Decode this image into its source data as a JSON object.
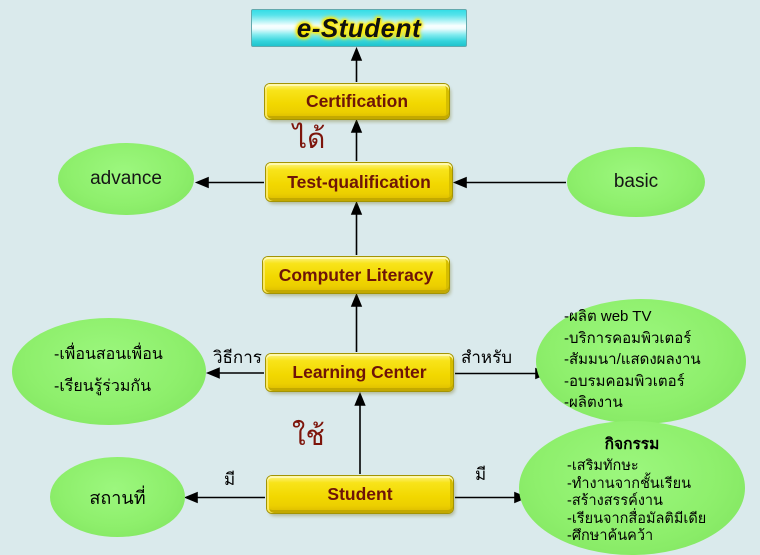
{
  "diagram": {
    "banner": {
      "title": "e-Student"
    },
    "boxes": {
      "certification": "Certification",
      "test_qualification": "Test-qualification",
      "computer_literacy": "Computer Literacy",
      "learning_center": "Learning Center",
      "student": "Student"
    },
    "ellipses": {
      "advance": {
        "label": "advance"
      },
      "basic": {
        "label": "basic"
      },
      "methods": {
        "items": [
          "-เพื่อนสอนเพื่อน",
          "-เรียนรู้ร่วมกัน"
        ]
      },
      "services": {
        "items": [
          "-ผลิต web TV",
          "-บริการคอมพิวเตอร์",
          "-สัมมนา/แสดงผลงาน",
          "-อบรมคอมพิวเตอร์",
          "-ผลิตงาน"
        ]
      },
      "place": {
        "label": "สถานที่"
      },
      "activities": {
        "header": "กิจกรรม",
        "items": [
          "-เสริมทักษะ",
          "-ทำงานจากชั้นเรียน",
          "-สร้างสรรค์งาน",
          "-เรียนจากสื่อมัลติมีเดีย",
          "-ศึกษาค้นคว้า"
        ]
      }
    },
    "edge_labels": {
      "gain": "ได้",
      "use": "ใช้",
      "method": "วิธีการ",
      "for_label": "สำหรับ",
      "have_left": "มี",
      "have_right": "มี"
    },
    "colors": {
      "background": "#daeaec",
      "box_fill": "#f2d800",
      "box_text": "#6e1408",
      "ellipse_fill": "#8cee6c",
      "banner_cyan": "#2ed8e0",
      "red_label": "#7d150b"
    }
  }
}
